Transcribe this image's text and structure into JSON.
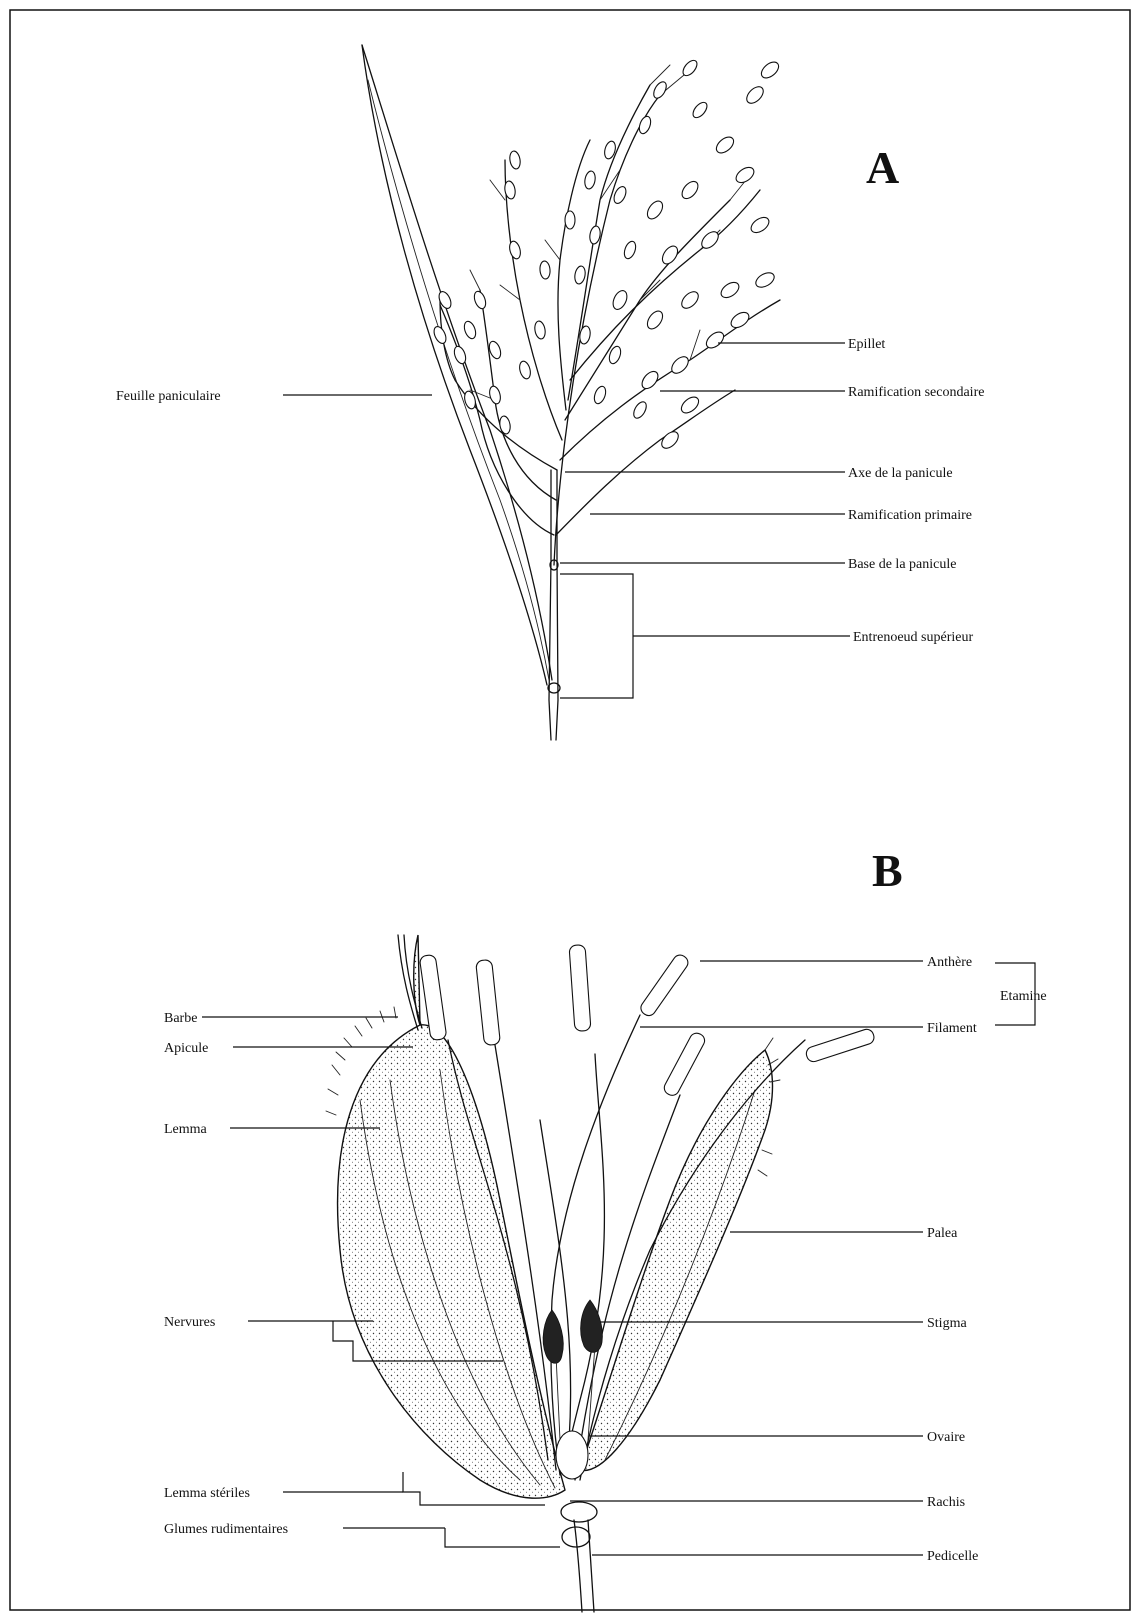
{
  "panels": {
    "a": {
      "letter": "A",
      "labels": {
        "feuille": "Feuille paniculaire",
        "epillet": "Epillet",
        "ram_secondaire": "Ramification secondaire",
        "axe": "Axe de la panicule",
        "ram_primaire": "Ramification primaire",
        "base": "Base de la panicule",
        "entrenoeud": "Entrenoeud supérieur"
      }
    },
    "b": {
      "letter": "B",
      "labels": {
        "anthere": "Anthère",
        "etamine": "Etamine",
        "filament": "Filament",
        "barbe": "Barbe",
        "apicule": "Apicule",
        "lemma": "Lemma",
        "palea": "Palea",
        "nervures": "Nervures",
        "stigma": "Stigma",
        "ovaire": "Ovaire",
        "lemma_steriles": "Lemma stériles",
        "rachis": "Rachis",
        "glumes": "Glumes rudimentaires",
        "pedicelle": "Pedicelle"
      }
    }
  }
}
